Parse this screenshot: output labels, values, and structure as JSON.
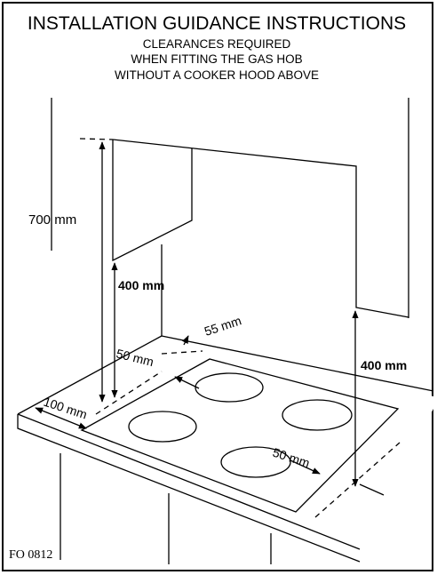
{
  "header": {
    "title": "INSTALLATION GUIDANCE INSTRUCTIONS",
    "line1": "CLEARANCES REQUIRED",
    "line2": "WHEN FITTING THE GAS HOB",
    "line3": "WITHOUT A COOKER HOOD ABOVE"
  },
  "dimensions": {
    "cabinet_height": "700 mm",
    "upper_clearance_left": "400 mm",
    "upper_clearance_right": "400 mm",
    "back_clearance": "55 mm",
    "rear_inset": "50 mm",
    "side_clearance": "100 mm",
    "front_inset": "50 mm"
  },
  "reference": "FO 0812"
}
